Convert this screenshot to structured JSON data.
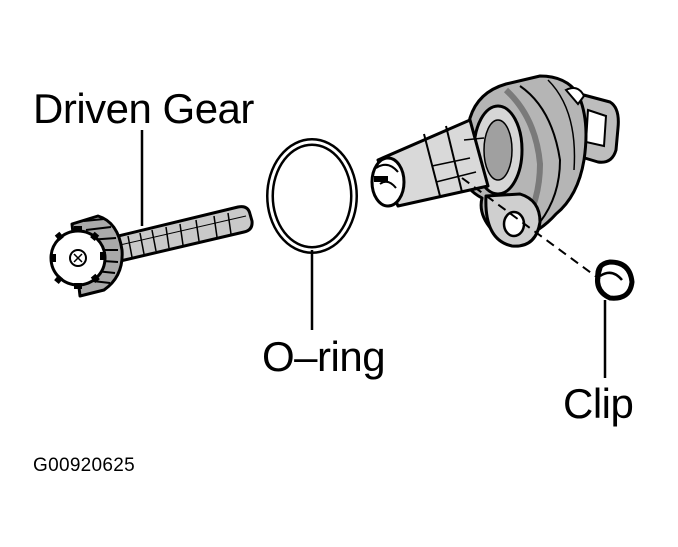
{
  "labels": {
    "driven_gear": "Driven Gear",
    "o_ring": "O–ring",
    "clip": "Clip",
    "figure_code": "G00920625"
  },
  "colors": {
    "ink": "#000000",
    "paper": "#ffffff",
    "shade": "#b5b5b5",
    "dark_shade": "#7a7a7a"
  }
}
